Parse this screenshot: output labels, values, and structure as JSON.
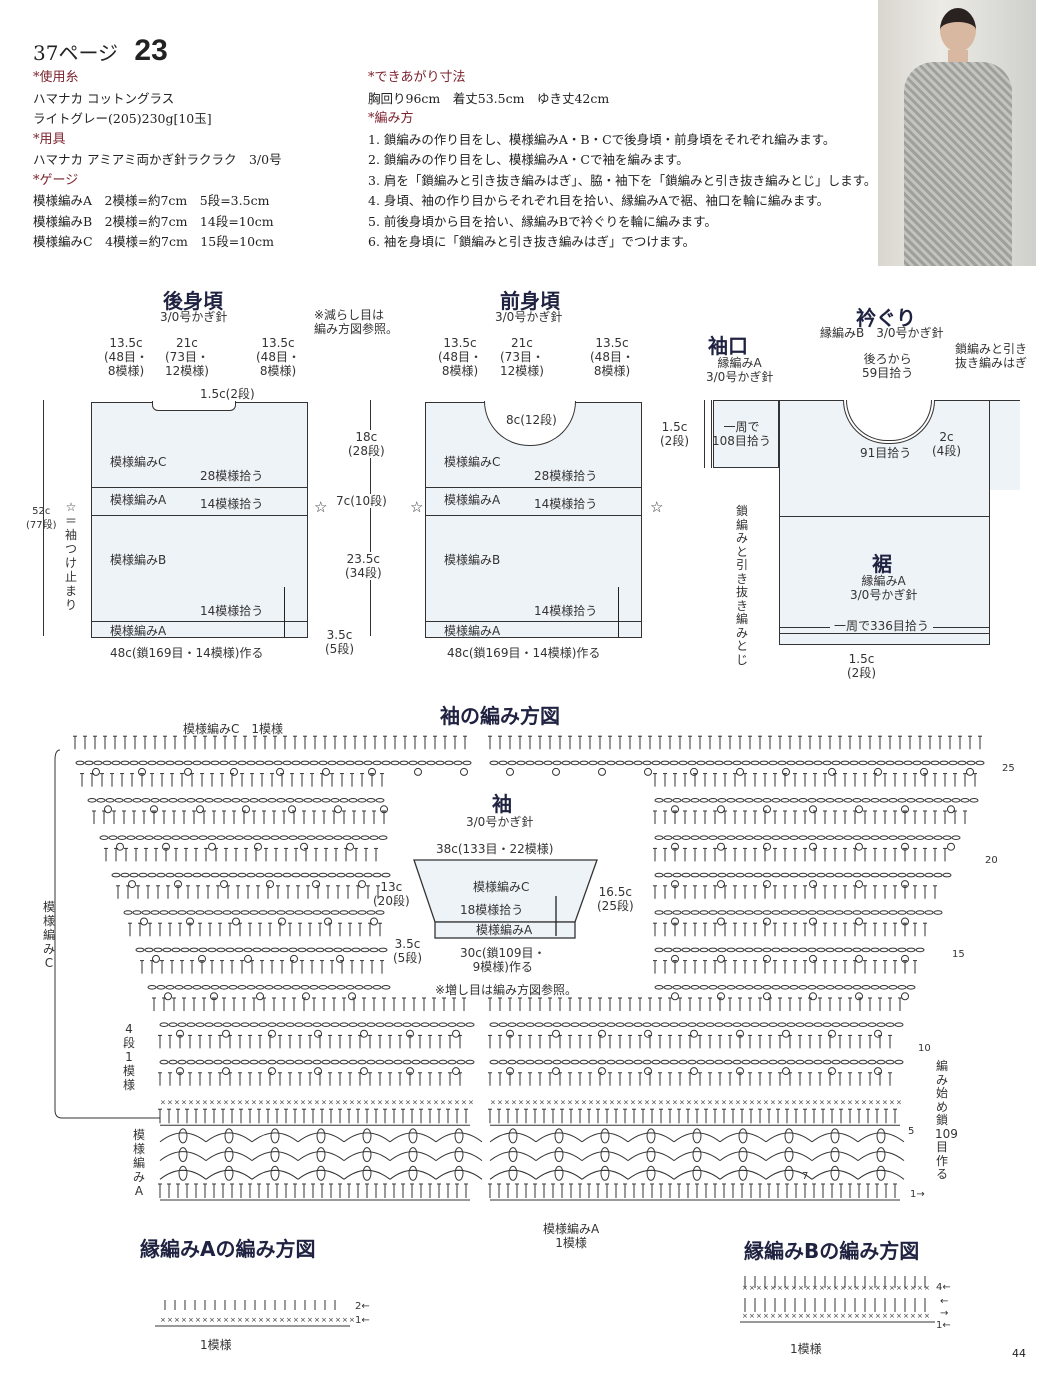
{
  "header": {
    "page_ref": "37ページ",
    "number": "23"
  },
  "materials": {
    "yarn_heading": "*使用糸",
    "yarn_line1": "ハマナカ コットングラス",
    "yarn_line2": "ライトグレー(205)230g[10玉]",
    "tools_heading": "*用具",
    "tools_line": "ハマナカ アミアミ両かぎ針ラクラク　3/0号",
    "gauge_heading": "*ゲージ",
    "gauge": [
      "模様編みA　2模様=約7cm　5段=3.5cm",
      "模様編みB　2模様=約7cm　14段=10cm",
      "模様編みC　4模様=約7cm　15段=10cm"
    ]
  },
  "finished": {
    "heading": "*できあがり寸法",
    "line": "胸回り96cm　着丈53.5cm　ゆき丈42cm"
  },
  "method": {
    "heading": "*編み方",
    "steps": [
      "1. 鎖編みの作り目をし、模様編みA・B・Cで後身頃・前身頃をそれぞれ編みます。",
      "2. 鎖編みの作り目をし、模様編みA・Cで袖を編みます。",
      "3. 肩を「鎖編みと引き抜き編みはぎ」、脇・袖下を「鎖編みと引き抜き編みとじ」します。",
      "4. 身頃、袖の作り目からそれぞれ目を拾い、縁編みAで裾、袖口を輪に編みます。",
      "5. 前後身頃から目を拾い、縁編みBで衿ぐりを輪に編みます。",
      "6. 袖を身頃に「鎖編みと引き抜き編みはぎ」でつけます。"
    ]
  },
  "back": {
    "title": "後身頃",
    "hook": "3/0号かぎ針",
    "w1": "13.5c\n(48目・\n8模様)",
    "w2": "21c\n(73目・\n12模様)",
    "w3": "13.5c\n(48目・\n8模様)",
    "neck": "1.5c(2段)",
    "c": "模様編みC",
    "c_pick": "28模様拾う",
    "a1": "模様編みA",
    "a1_pick": "14模様拾う",
    "b": "模様編みB",
    "b_pick": "14模様拾う",
    "a2": "模様編みA",
    "bottom": "48c(鎖169目・14模様)作る",
    "height": "52c\n(77段)",
    "star_note": "☆＝袖つけ止まり"
  },
  "note_decrease": "※減らし目は\n編み方図参照。",
  "middle_dims": {
    "d1": "18c\n(28段)",
    "d2": "7c(10段)",
    "d3": "23.5c\n(34段)",
    "d4": "3.5c\n(5段)"
  },
  "front": {
    "title": "前身頃",
    "hook": "3/0号かぎ針",
    "w1": "13.5c\n(48目・\n8模様)",
    "w2": "21c\n(73目・\n12模様)",
    "w3": "13.5c\n(48目・\n8模様)",
    "neck": "8c(12段)",
    "c": "模様編みC",
    "c_pick": "28模様拾う",
    "a1": "模様編みA",
    "a1_pick": "14模様拾う",
    "b": "模様編みB",
    "b_pick": "14模様拾う",
    "a2": "模様編みA",
    "bottom": "48c(鎖169目・14模様)作る"
  },
  "star": "☆",
  "assembly": {
    "cuff_title": "袖口",
    "cuff_sub": "縁編みA\n3/0号かぎ針",
    "cuff_dim": "1.5c\n(2段)",
    "cuff_pick": "一周で\n108目拾う",
    "neck_title": "衿ぐり",
    "neck_sub": "縁編みB　3/0号かぎ針",
    "neck_back": "後ろから\n59目拾う",
    "neck_front": "91目拾う",
    "neck_dim": "2c\n(4段)",
    "shoulder_join": "鎖編みと引き\n抜き編みはぎ",
    "side_join": "鎖編みと引き抜き編みとじ",
    "hem_title": "裾",
    "hem_sub": "縁編みA\n3/0号かぎ針",
    "hem_pick": "一周で336目拾う",
    "hem_dim": "1.5c\n(2段)"
  },
  "sleeve_chart": {
    "title": "袖の編み方図",
    "c_repeat": "模様編みC　1模様",
    "c_label": "模様編みC",
    "four_rows": "4段1模様",
    "a_label": "模様編みA",
    "a_repeat": "模様編みA\n1模様",
    "start": "編み始め 鎖109目作る",
    "rows": [
      "25",
      "20",
      "15",
      "10",
      "5",
      "7",
      "1→"
    ]
  },
  "sleeve": {
    "title": "袖",
    "hook": "3/0号かぎ針",
    "top": "38c(133目・22模様)",
    "c": "模様編みC",
    "pick": "18模様拾う",
    "a": "模様編みA",
    "left_dim": "13c\n(20段)",
    "left_dim2": "3.5c\n(5段)",
    "right_dim": "16.5c\n(25段)",
    "bottom": "30c(鎖109目・\n9模様)作る",
    "note": "※増し目は編み方図参照。"
  },
  "edgeA": {
    "title": "縁編みAの編み方図",
    "repeat": "1模様",
    "rows": [
      "2←",
      "1←"
    ]
  },
  "edgeB": {
    "title": "縁編みBの編み方図",
    "repeat": "1模様",
    "rows": [
      "4←",
      "←",
      "→",
      "1←"
    ]
  },
  "page_number": "44"
}
